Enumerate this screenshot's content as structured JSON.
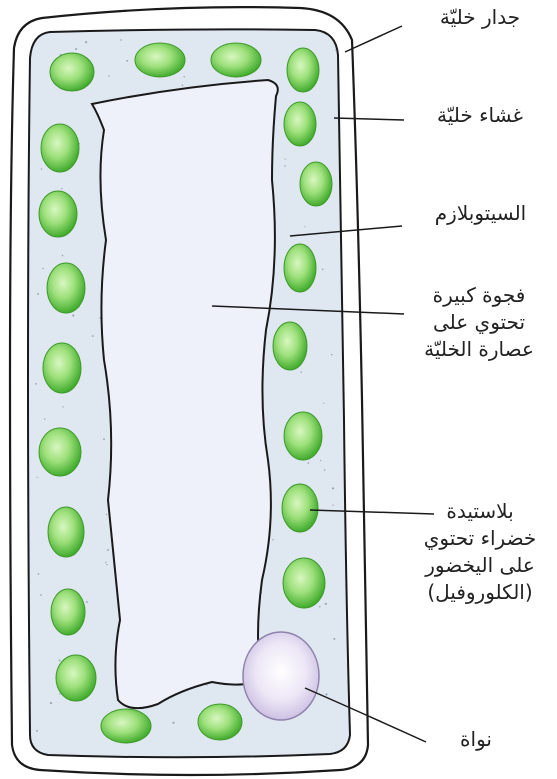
{
  "labels": {
    "cell_wall": "جدار خليّة",
    "cell_membrane": "غشاء خليّة",
    "cytoplasm": "السيتوبلازم",
    "vacuole": [
      "فجوة كبيرة",
      "تحتوي على",
      "عصارة الخليّة"
    ],
    "chloroplast": [
      "بلاستيدة",
      "خضراء تحتوي",
      "على اليخضور",
      "(الكلوروفيل)"
    ],
    "nucleus": "نواة"
  },
  "colors": {
    "cytoplasm": "#dfe7f1",
    "vacuole": "#eef0fa",
    "chloroplast_light": "#c6f0a8",
    "chloroplast_dark": "#48b432",
    "nucleus_light": "#f8f4fc",
    "nucleus_dark": "#c9bce0",
    "outline": "#1a1a1a"
  }
}
